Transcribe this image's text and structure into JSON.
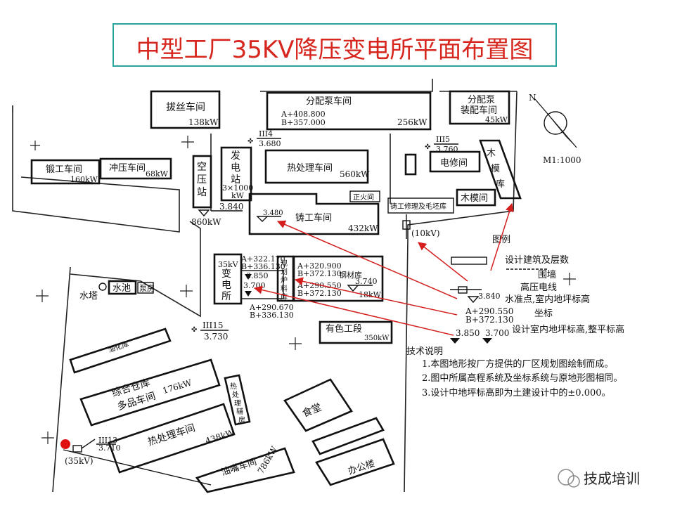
{
  "title": "中型工厂35KV降压变电所平面布置图",
  "buildings": {
    "bazhi": {
      "name": "拔丝车间",
      "load": "138kW"
    },
    "pump": {
      "name": "分配泵车间",
      "coordA": "A+408.800",
      "coordB": "B+357.000",
      "load": "256kW"
    },
    "pump_asm": {
      "name1": "分配泵",
      "name2": "装配车间",
      "load": "45kW"
    },
    "forge": {
      "name": "锻工车间",
      "load": "160kW"
    },
    "stamp": {
      "name": "冲压车间",
      "load": "68kW"
    },
    "air": {
      "c1": "空",
      "c2": "压",
      "c3": "站"
    },
    "gen": {
      "c1": "发",
      "c2": "电",
      "c3": "站",
      "spec": "3×1000",
      "unit": "kW"
    },
    "heat1": {
      "name": "热处理车间",
      "load": "560kW"
    },
    "elec": {
      "name": "电修间"
    },
    "wood_v": {
      "c1": "木",
      "c2": "模",
      "c3": "库"
    },
    "wood": {
      "name": "木模间"
    },
    "zhenghuo": {
      "name": "正火间"
    },
    "cast_repair": {
      "name": "铸工修理及毛坯库"
    },
    "cast": {
      "name": "铸工车间",
      "load": "432kW"
    },
    "sub": {
      "c1": "35kV",
      "c2": "变",
      "c3": "电",
      "c4": "所"
    },
    "stock": {
      "c1": "规",
      "c2": "划",
      "c3": "炉",
      "c4": "料",
      "c5": "库"
    },
    "material": {
      "name": "钢材库",
      "load": "18kW"
    },
    "pool": {
      "name": "水池"
    },
    "pumphouse": {
      "name": "泵房"
    },
    "tower": {
      "name": "水塔"
    },
    "oil": {
      "name": "油化库"
    },
    "nonferrous": {
      "name": "有色工段",
      "load": "350kW"
    },
    "warehouse": {
      "name1": "综合仓库",
      "name2": "多品车间",
      "load": "176kW"
    },
    "heat_aux": {
      "c1": "热",
      "c2": "处",
      "c3": "理",
      "c4": "辅",
      "c5": "房"
    },
    "canteen": {
      "name": "食堂"
    },
    "heat2": {
      "name": "热处理车间",
      "load": "438kW"
    },
    "nozzle": {
      "name": "油嘴车间",
      "load": "786kW"
    },
    "office": {
      "name": "办公楼"
    }
  },
  "points": {
    "p1": {
      "label": "III4",
      "val": "3.680"
    },
    "p2": {
      "label": "III5",
      "val": "3.760"
    },
    "p3": {
      "label": "III15",
      "val": "3.730"
    },
    "p4": {
      "label": "III13",
      "val": "3.710"
    },
    "air_elev": "3.840",
    "air_load": "860kW",
    "cast_elev": "3.480",
    "sub_tl1": "A+322.170",
    "sub_tl2": "B+336.130",
    "sub_elev1": "3.850",
    "sub_elev2": "3.700",
    "sub_b1": "A+290.670",
    "sub_b2": "B+336.130",
    "stk1": "A+320.900",
    "stk2": "B+372.130",
    "stk3": "A+290.550",
    "stk4": "B+372.130",
    "mat_elev": "3.740",
    "line_10kv": "(10kV)",
    "line_35kv": "(35kV)"
  },
  "compass": {
    "north": "N",
    "scale": "M1:1000"
  },
  "legend": {
    "title": "图例",
    "item1": "设计建筑及层数",
    "item2": "围墙",
    "item3": "高压电线",
    "elev": "3.840",
    "item4": "水准点,室内地坪标高",
    "coordA": "A+290.550",
    "coordB": "B+372.130",
    "item5": "坐标",
    "e1": "3.850",
    "e2": "3.700",
    "item6": "设计室内地坪标高,整平标高"
  },
  "notes": {
    "title": "技术说明",
    "n1": "1.本图地形按厂方提供的厂区规划图绘制而成。",
    "n2": "2.图中所属高程系统及坐标系统与原地形图相同。",
    "n3": "3.设计中地坪标高即为土建设计中的±0.000。"
  },
  "watermark": {
    "text": "技成培训"
  },
  "colors": {
    "title_red": "#d7261e",
    "frame": "#2aa39a",
    "arrow": "#d41f1f",
    "dot": "#e01010"
  }
}
